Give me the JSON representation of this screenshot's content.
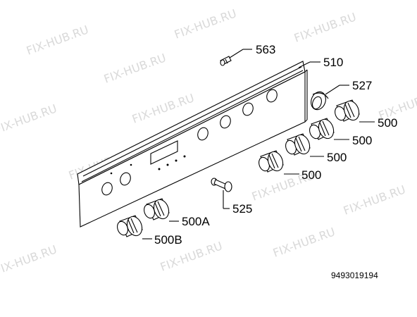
{
  "watermark": "FIX-HUB.RU",
  "document_code": "9493019194",
  "labels": {
    "p563": "563",
    "p510": "510",
    "p527": "527",
    "p500_1": "500",
    "p500_2": "500",
    "p500_3": "500",
    "p500_4": "500",
    "p525": "525",
    "p500a": "500A",
    "p500b": "500B"
  }
}
